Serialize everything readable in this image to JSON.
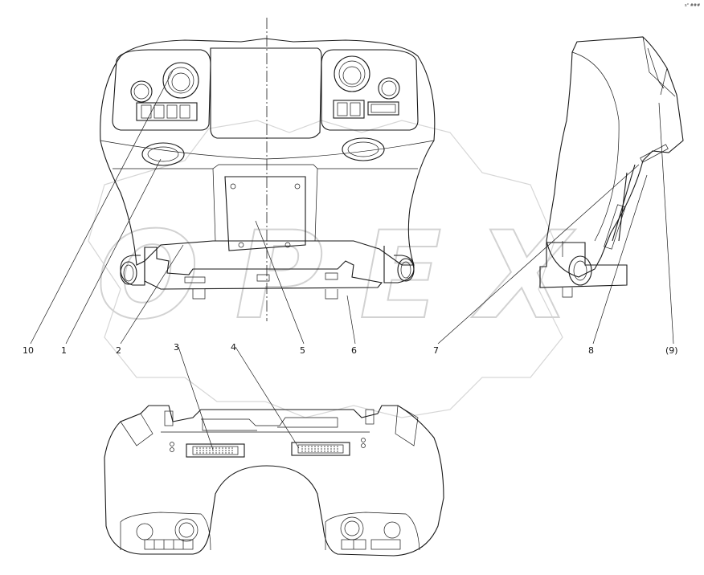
{
  "corner_code": "s° ###",
  "watermark": "OPEX",
  "callouts": [
    {
      "id": "c10",
      "label": "10"
    },
    {
      "id": "c1",
      "label": "1"
    },
    {
      "id": "c2",
      "label": "2"
    },
    {
      "id": "c5",
      "label": "5"
    },
    {
      "id": "c6",
      "label": "6"
    },
    {
      "id": "c3",
      "label": "3"
    },
    {
      "id": "c4",
      "label": "4"
    },
    {
      "id": "c7",
      "label": "7"
    },
    {
      "id": "c8",
      "label": "8"
    },
    {
      "id": "c9",
      "label": "(9)"
    }
  ]
}
